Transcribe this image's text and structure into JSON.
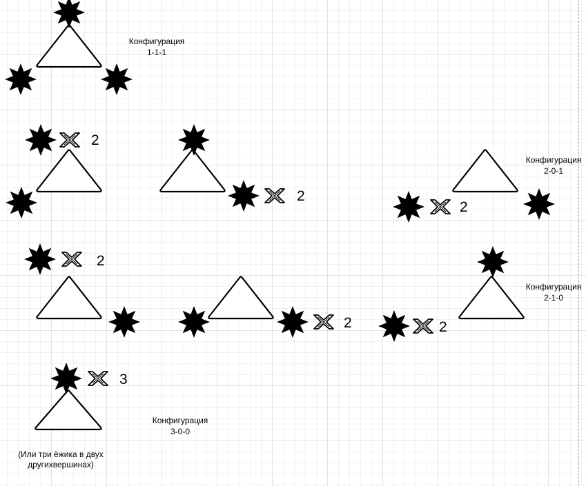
{
  "colors": {
    "stroke": "#000000",
    "fill": "#ffffff",
    "grid": "#e3e3e3"
  },
  "icons": {
    "hedgehog": "eight-point-star-icon",
    "times": "multiply-cross-icon"
  },
  "labels": {
    "config_111": [
      "Конфигурация",
      "1-1-1"
    ],
    "config_201": [
      "Конфигурация",
      "2-0-1"
    ],
    "config_210": [
      "Конфигурация",
      "2-1-0"
    ],
    "config_300": [
      "Конфигурация",
      "3-0-0"
    ]
  },
  "note": "(Или три ёжика в двух другихвершинах)",
  "multipliers": {
    "m1": "2",
    "m2": "2",
    "m3": "2",
    "m4": "2",
    "m5": "2",
    "m6": "2",
    "m7": "3"
  }
}
